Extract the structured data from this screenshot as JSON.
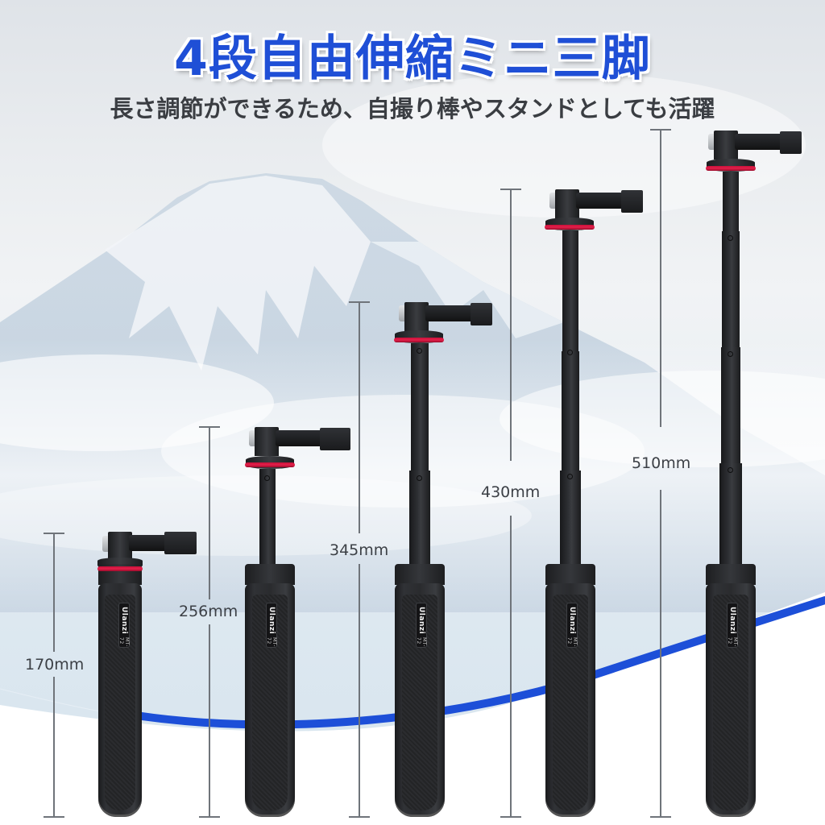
{
  "header": {
    "title": "4段自由伸縮ミニ三脚",
    "subtitle": "長さ調節ができるため、自撮り棒やスタンドとしても活躍"
  },
  "colors": {
    "title_blue": "#1f4fd6",
    "swoosh_blue": "#1d4fd8",
    "ring_red": "#e3204a",
    "body_black": "#2a2b2e",
    "dimension_gray": "#6f747a",
    "text_dark": "#3a3d42"
  },
  "brand": {
    "name": "Ulanzi",
    "model": "MT-72"
  },
  "tripods": [
    {
      "id": "length-1",
      "length_label": "170mm",
      "sections_extended": 0
    },
    {
      "id": "length-2",
      "length_label": "256mm",
      "sections_extended": 1
    },
    {
      "id": "length-3",
      "length_label": "345mm",
      "sections_extended": 2
    },
    {
      "id": "length-4",
      "length_label": "430mm",
      "sections_extended": 3
    },
    {
      "id": "length-5",
      "length_label": "510mm",
      "sections_extended": 4
    }
  ]
}
